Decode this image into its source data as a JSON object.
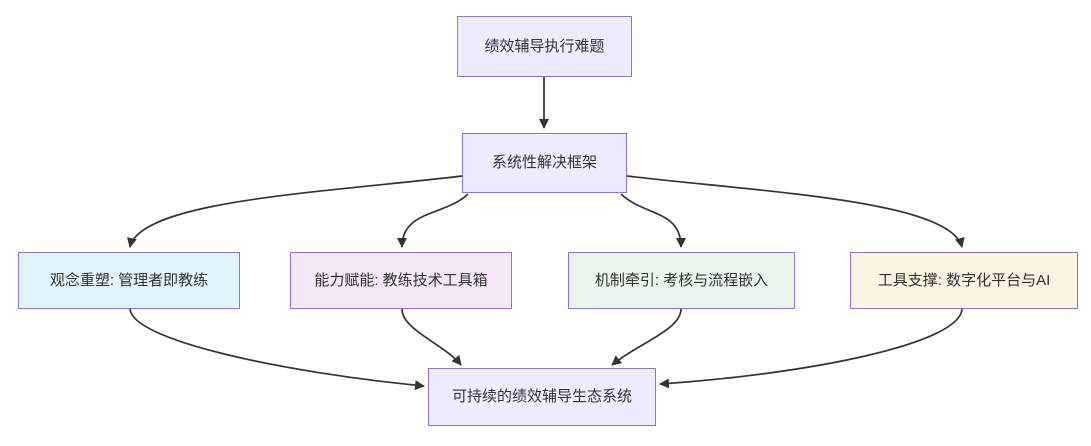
{
  "colors": {
    "canvas_bg": "#ffffff",
    "edge": "#333333",
    "text": "#333333",
    "default_node_fill": "#ECECFF",
    "node_border": "#9370DB"
  },
  "nodes": {
    "problem": {
      "label": "绩效辅导执行难题",
      "fill": "#ECECFF",
      "border": "#9370DB"
    },
    "framework": {
      "label": "系统性解决框架",
      "fill": "#ECECFF",
      "border": "#9370DB"
    },
    "mindset": {
      "label": "观念重塑: 管理者即教练",
      "fill": "#E1F3FB",
      "border": "#9370DB"
    },
    "capability": {
      "label": "能力赋能: 教练技术工具箱",
      "fill": "#F4E8F8",
      "border": "#9370DB"
    },
    "mechanism": {
      "label": "机制牵引: 考核与流程嵌入",
      "fill": "#E9F4EA",
      "border": "#9370DB"
    },
    "tools": {
      "label": "工具支撑: 数字化平台与AI",
      "fill": "#FCF3E3",
      "border": "#9370DB"
    },
    "ecosystem": {
      "label": "可持续的绩效辅导生态系统",
      "fill": "#ECECFF",
      "border": "#9370DB"
    }
  },
  "edges": [
    {
      "from": "problem",
      "to": "framework"
    },
    {
      "from": "framework",
      "to": "mindset"
    },
    {
      "from": "framework",
      "to": "capability"
    },
    {
      "from": "framework",
      "to": "mechanism"
    },
    {
      "from": "framework",
      "to": "tools"
    },
    {
      "from": "mindset",
      "to": "ecosystem"
    },
    {
      "from": "capability",
      "to": "ecosystem"
    },
    {
      "from": "mechanism",
      "to": "ecosystem"
    },
    {
      "from": "tools",
      "to": "ecosystem"
    }
  ]
}
